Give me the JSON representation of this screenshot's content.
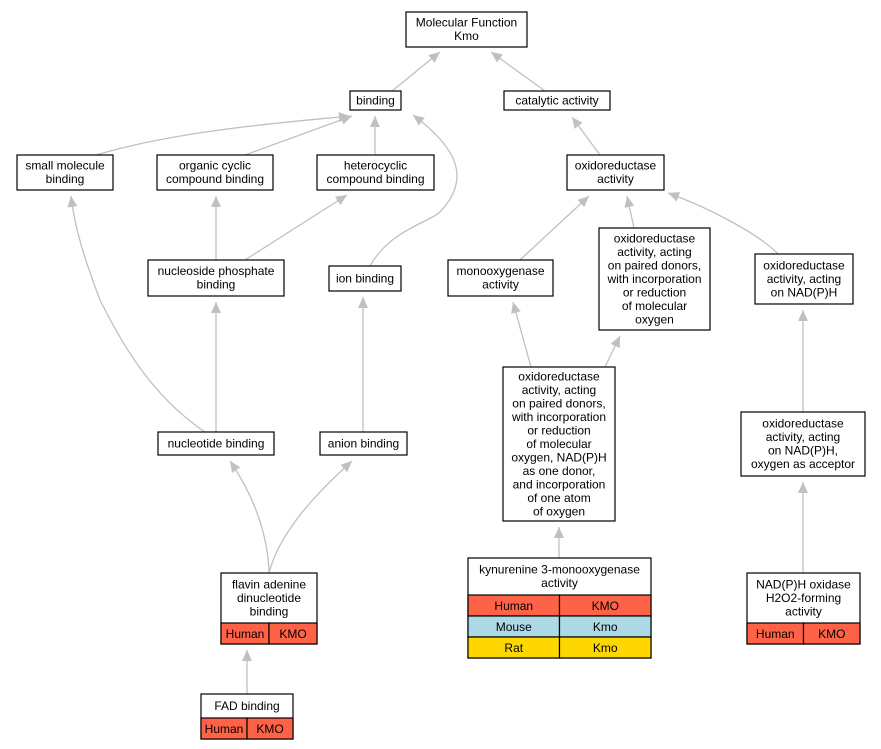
{
  "colors": {
    "human": "#ff6347",
    "mouse": "#add8e6",
    "rat": "#ffd700",
    "edge": "#c0c0c0"
  },
  "nodes": {
    "molecular_function": [
      "Molecular Function",
      "Kmo"
    ],
    "binding": [
      "binding"
    ],
    "catalytic_activity": [
      "catalytic activity"
    ],
    "small_molecule_binding": [
      "small molecule",
      "binding"
    ],
    "organic_cyclic_compound_binding": [
      "organic cyclic",
      "compound binding"
    ],
    "heterocyclic_compound_binding": [
      "heterocyclic",
      "compound binding"
    ],
    "oxidoreductase_activity": [
      "oxidoreductase",
      "activity"
    ],
    "nucleoside_phosphate_binding": [
      "nucleoside phosphate",
      "binding"
    ],
    "ion_binding": [
      "ion binding"
    ],
    "monooxygenase_activity": [
      "monooxygenase",
      "activity"
    ],
    "oxidoreductase_paired_donors": [
      "oxidoreductase",
      "activity, acting",
      "on paired donors,",
      "with incorporation",
      "or reduction",
      "of molecular",
      "oxygen"
    ],
    "oxidoreductase_nadph": [
      "oxidoreductase",
      "activity, acting",
      "on NAD(P)H"
    ],
    "oxidoreductase_paired_donors_nadph": [
      "oxidoreductase",
      "activity, acting",
      "on paired donors,",
      "with incorporation",
      "or reduction",
      "of molecular",
      "oxygen, NAD(P)H",
      "as one donor,",
      "and incorporation",
      "of one atom",
      "of oxygen"
    ],
    "nucleotide_binding": [
      "nucleotide binding"
    ],
    "anion_binding": [
      "anion binding"
    ],
    "oxidoreductase_nadph_oxygen_acceptor": [
      "oxidoreductase",
      "activity, acting",
      "on NAD(P)H,",
      "oxygen as acceptor"
    ],
    "flavin_adenine_dinucleotide_binding": [
      "flavin adenine",
      "dinucleotide",
      "binding"
    ],
    "kynurenine_3_monooxygenase_activity": [
      "kynurenine 3-monooxygenase",
      "activity"
    ],
    "nadph_oxidase_h2o2_forming_activity": [
      "NAD(P)H oxidase",
      "H2O2-forming",
      "activity"
    ],
    "fad_binding": [
      "FAD binding"
    ]
  },
  "annotations": {
    "flavin_adenine_dinucleotide_binding": [
      {
        "species": "Human",
        "gene": "KMO",
        "color": "human"
      }
    ],
    "kynurenine_3_monooxygenase_activity": [
      {
        "species": "Human",
        "gene": "KMO",
        "color": "human"
      },
      {
        "species": "Mouse",
        "gene": "Kmo",
        "color": "mouse"
      },
      {
        "species": "Rat",
        "gene": "Kmo",
        "color": "rat"
      }
    ],
    "nadph_oxidase_h2o2_forming_activity": [
      {
        "species": "Human",
        "gene": "KMO",
        "color": "human"
      }
    ],
    "fad_binding": [
      {
        "species": "Human",
        "gene": "KMO",
        "color": "human"
      }
    ]
  },
  "edges": [
    [
      "binding",
      "molecular_function"
    ],
    [
      "catalytic_activity",
      "molecular_function"
    ],
    [
      "small_molecule_binding",
      "binding"
    ],
    [
      "organic_cyclic_compound_binding",
      "binding"
    ],
    [
      "heterocyclic_compound_binding",
      "binding"
    ],
    [
      "ion_binding",
      "binding"
    ],
    [
      "oxidoreductase_activity",
      "catalytic_activity"
    ],
    [
      "nucleoside_phosphate_binding",
      "organic_cyclic_compound_binding"
    ],
    [
      "nucleoside_phosphate_binding",
      "heterocyclic_compound_binding"
    ],
    [
      "monooxygenase_activity",
      "oxidoreductase_activity"
    ],
    [
      "oxidoreductase_paired_donors",
      "oxidoreductase_activity"
    ],
    [
      "oxidoreductase_nadph",
      "oxidoreductase_activity"
    ],
    [
      "nucleotide_binding",
      "nucleoside_phosphate_binding"
    ],
    [
      "nucleotide_binding",
      "small_molecule_binding"
    ],
    [
      "anion_binding",
      "ion_binding"
    ],
    [
      "oxidoreductase_paired_donors_nadph",
      "monooxygenase_activity"
    ],
    [
      "oxidoreductase_paired_donors_nadph",
      "oxidoreductase_paired_donors"
    ],
    [
      "oxidoreductase_nadph_oxygen_acceptor",
      "oxidoreductase_nadph"
    ],
    [
      "flavin_adenine_dinucleotide_binding",
      "nucleotide_binding"
    ],
    [
      "flavin_adenine_dinucleotide_binding",
      "anion_binding"
    ],
    [
      "kynurenine_3_monooxygenase_activity",
      "oxidoreductase_paired_donors_nadph"
    ],
    [
      "nadph_oxidase_h2o2_forming_activity",
      "oxidoreductase_nadph_oxygen_acceptor"
    ],
    [
      "fad_binding",
      "flavin_adenine_dinucleotide_binding"
    ]
  ]
}
